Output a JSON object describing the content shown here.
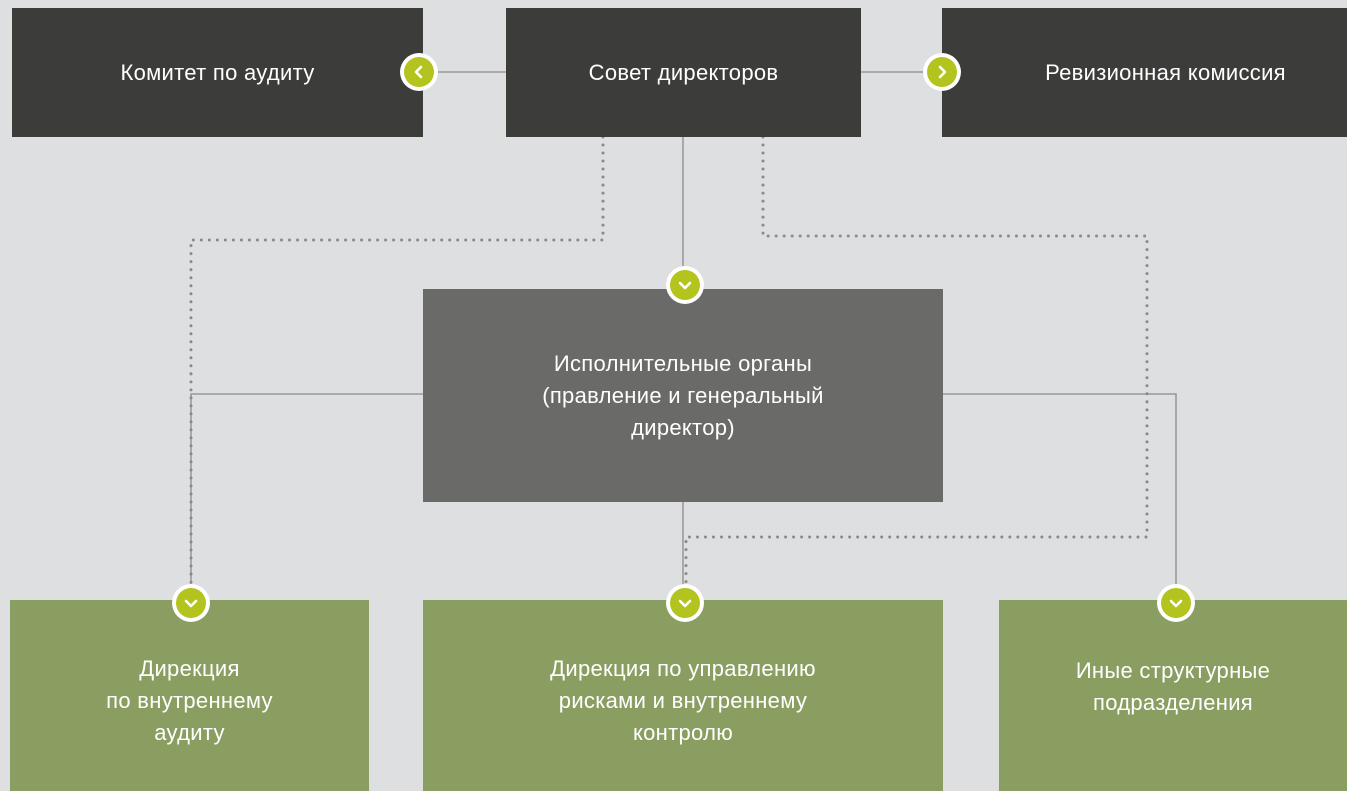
{
  "top_left": {
    "label": "Комитет по аудиту"
  },
  "top_center": {
    "label": "Совет директоров"
  },
  "top_right": {
    "label": "Ревизионная комиссия"
  },
  "executive": {
    "lines": [
      "Исполнительные органы",
      "(правление и генеральный",
      "директор)"
    ]
  },
  "bottom_left": {
    "lines": [
      "Дирекция",
      "по внутреннему",
      "аудиту"
    ]
  },
  "bottom_center": {
    "lines": [
      "Дирекция по управлению",
      "рисками и внутреннему",
      "контролю"
    ]
  },
  "bottom_right": {
    "lines": [
      "Иные структурные",
      "подразделения"
    ]
  },
  "colors": {
    "background": "#dedfe0",
    "dark_box": "#3c3c3b",
    "executive_box": "#6a6a69",
    "green_box": "#8a9e62",
    "badge": "#b3c41f",
    "connector": "#8a8a8a"
  },
  "icons": {
    "left_arrow": "chevron-left-icon",
    "right_arrow": "chevron-right-icon",
    "down_arrow": "chevron-down-icon"
  }
}
